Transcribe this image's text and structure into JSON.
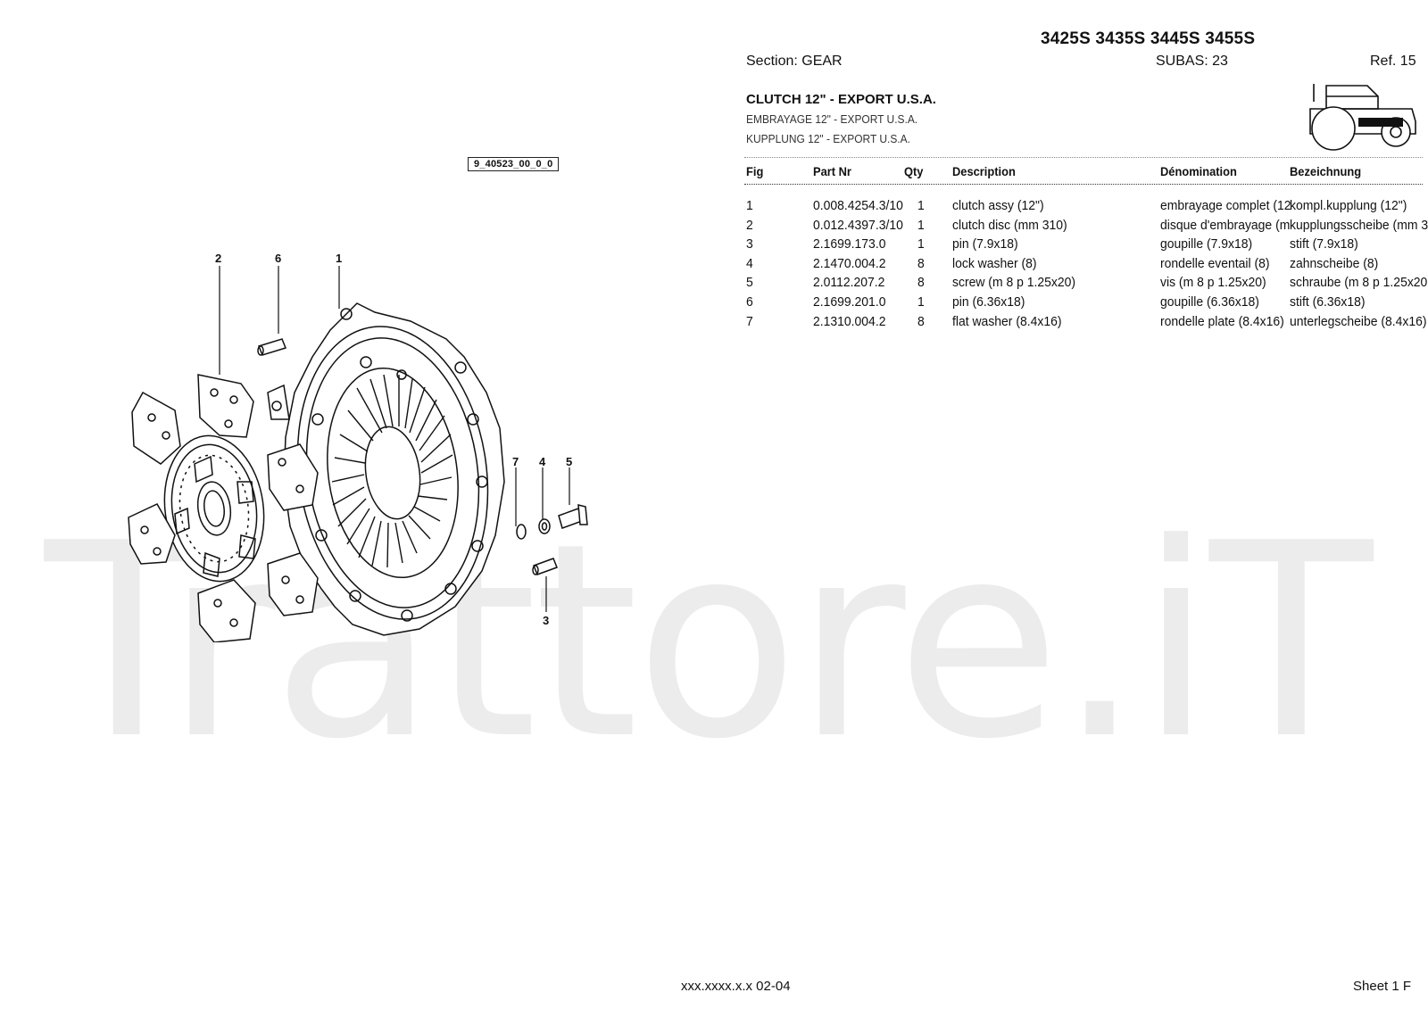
{
  "header": {
    "models": "3425S 3435S 3445S 3455S",
    "section": "Section: GEAR",
    "subas": "SUBAS: 23",
    "ref": "Ref. 15",
    "title_en": "CLUTCH 12\" - EXPORT U.S.A.",
    "title_fr": "EMBRAYAGE 12\" - EXPORT U.S.A.",
    "title_de": "KUPPLUNG 12\" - EXPORT U.S.A."
  },
  "drawing_code": "9_40523_00_0_0",
  "watermark": "Trattore.iT",
  "table": {
    "columns": [
      "Fig",
      "Part Nr",
      "Qty",
      "Description",
      "Dénomination",
      "Bezeichnung"
    ],
    "rows": [
      [
        "1",
        "0.008.4254.3/10",
        "1",
        "clutch assy (12\")",
        "embrayage complet (12",
        "kompl.kupplung (12\")"
      ],
      [
        "2",
        "0.012.4397.3/10",
        "1",
        "clutch disc (mm 310)",
        "disque d'embrayage (m",
        "kupplungsscheibe (mm 3"
      ],
      [
        "3",
        "2.1699.173.0",
        "1",
        "pin (7.9x18)",
        "goupille (7.9x18)",
        "stift (7.9x18)"
      ],
      [
        "4",
        "2.1470.004.2",
        "8",
        "lock washer (8)",
        "rondelle eventail (8)",
        "zahnscheibe (8)"
      ],
      [
        "5",
        "2.0112.207.2",
        "8",
        "screw (m 8 p 1.25x20)",
        "vis (m 8 p 1.25x20)",
        "schraube (m 8 p 1.25x20"
      ],
      [
        "6",
        "2.1699.201.0",
        "1",
        "pin (6.36x18)",
        "goupille (6.36x18)",
        "stift (6.36x18)"
      ],
      [
        "7",
        "2.1310.004.2",
        "8",
        "flat washer (8.4x16)",
        "rondelle plate (8.4x16)",
        "unterlegscheibe (8.4x16)"
      ]
    ]
  },
  "callouts": {
    "c2": "2",
    "c6": "6",
    "c1": "1",
    "c7": "7",
    "c4": "4",
    "c5": "5",
    "c3": "3"
  },
  "footer": {
    "code": "xxx.xxxx.x.x  02-04",
    "sheet": "Sheet 1 F"
  }
}
